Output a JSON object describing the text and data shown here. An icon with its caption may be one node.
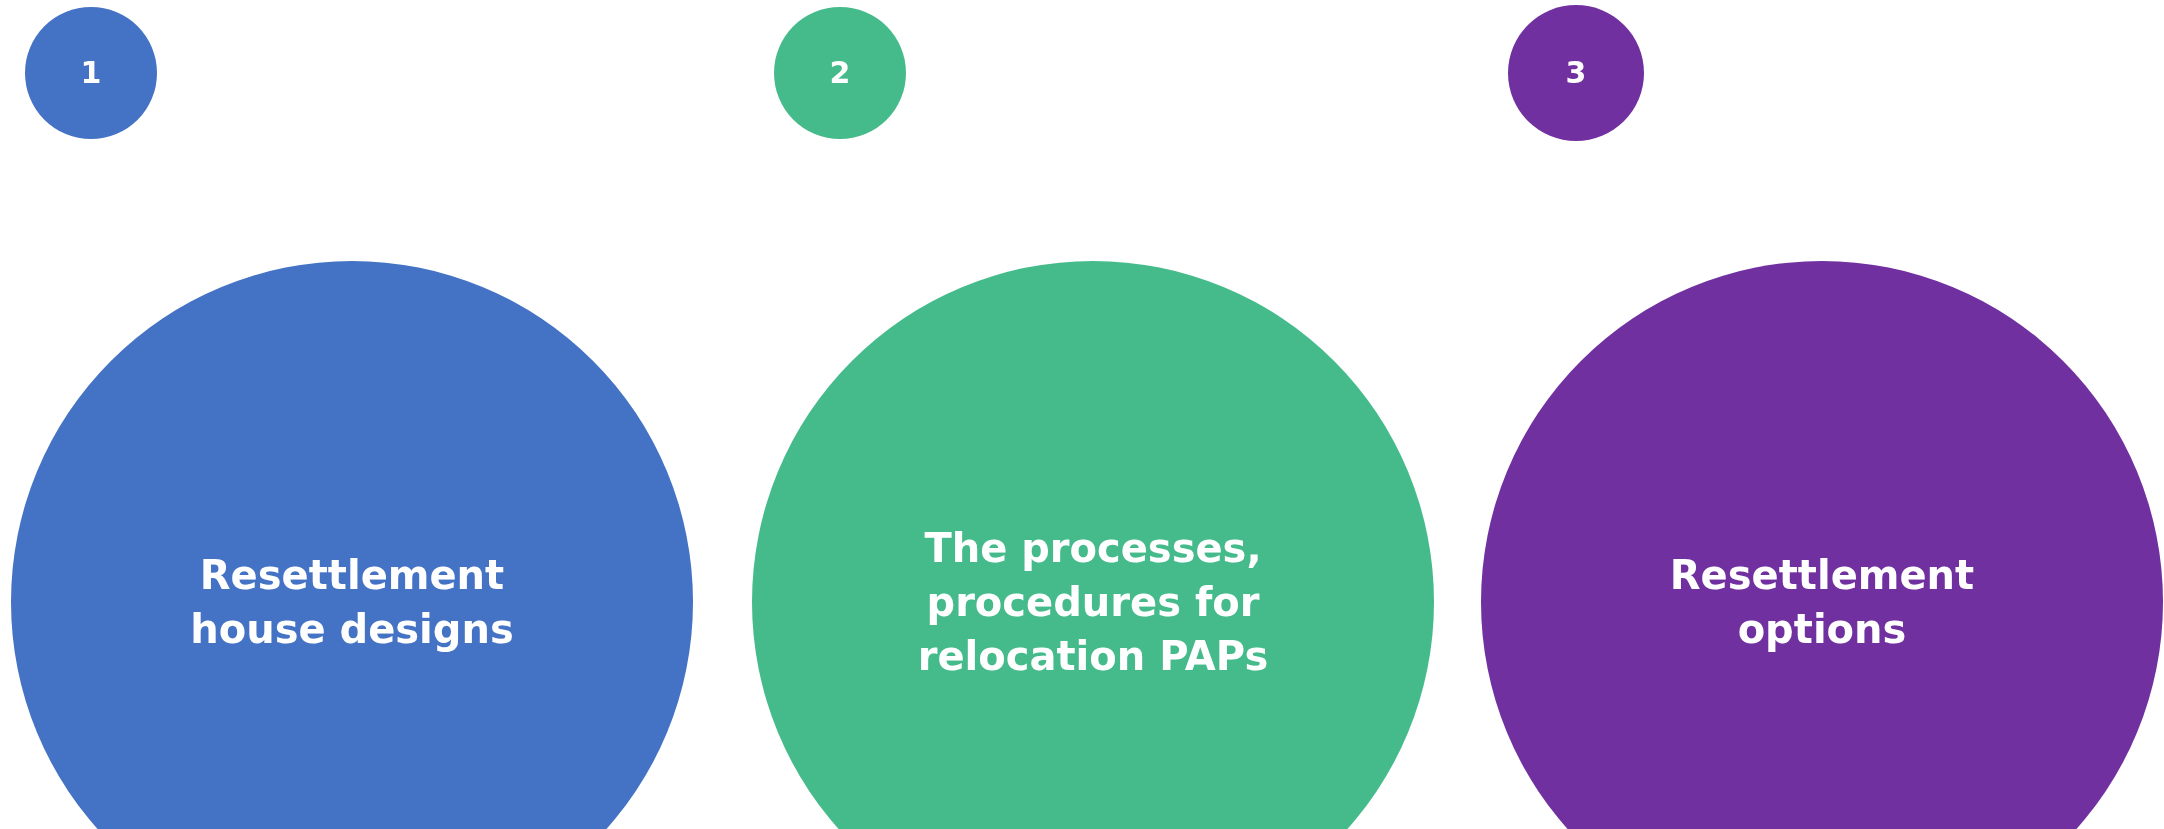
{
  "diagram": {
    "nodes": [
      {
        "text": [
          "1"
        ]
      },
      {
        "text": [
          "Resettlement house designs"
        ]
      },
      {
        "text": [
          "2"
        ]
      },
      {
        "text": [
          "The processes, procedures for relocation PAPs"
        ]
      },
      {
        "text": [
          "3"
        ]
      },
      {
        "text": [
          "Resettlement options"
        ]
      }
    ]
  }
}
